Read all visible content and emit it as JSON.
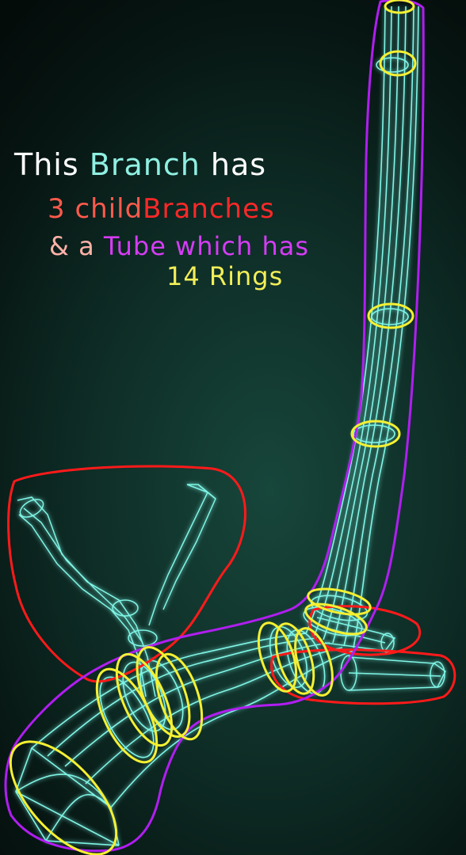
{
  "caption": {
    "this": "This",
    "branch": "Branch",
    "has": "has",
    "count_children": "3",
    "child": "child",
    "branches": "Branches",
    "ampersand": "&",
    "a": "a",
    "tube": "Tube",
    "which_has": "which has",
    "count_rings": "14",
    "rings": "Rings"
  },
  "colors": {
    "background": "#0b221c",
    "wire_glow": "#7ff5e6",
    "wire_core": "#e6fffb",
    "branch_outline": "#ff1a1a",
    "tube_outline": "#b01ef0",
    "ring_highlight": "#f5f032"
  }
}
